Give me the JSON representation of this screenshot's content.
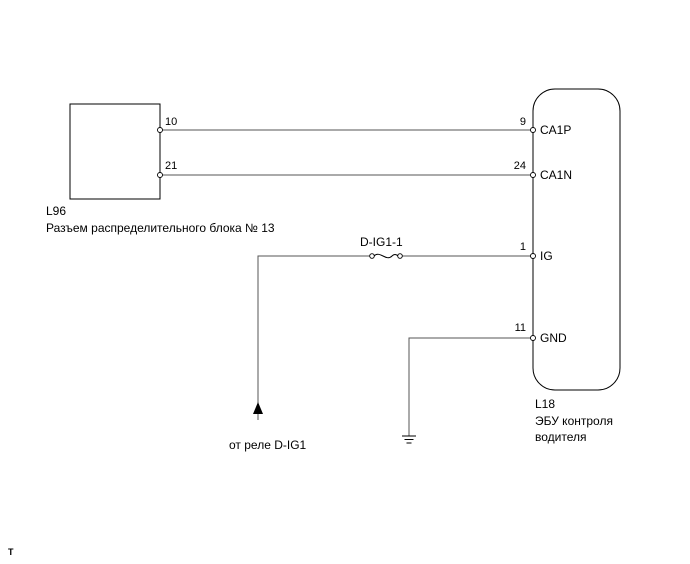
{
  "connector_l96": {
    "code": "L96",
    "name": "Разъем распределительного блока № 13",
    "pins": [
      "10",
      "21"
    ]
  },
  "ecu_l18": {
    "code": "L18",
    "name_line1": "ЭБУ контроля",
    "name_line2": "водителя",
    "pins": [
      {
        "num": "9",
        "signal": "CA1P"
      },
      {
        "num": "24",
        "signal": "CA1N"
      },
      {
        "num": "1",
        "signal": "IG"
      },
      {
        "num": "11",
        "signal": "GND"
      }
    ]
  },
  "fuse": {
    "label": "D-IG1-1"
  },
  "relay_source": {
    "label": "от реле D-IG1"
  },
  "footer": {
    "mark": "T"
  }
}
